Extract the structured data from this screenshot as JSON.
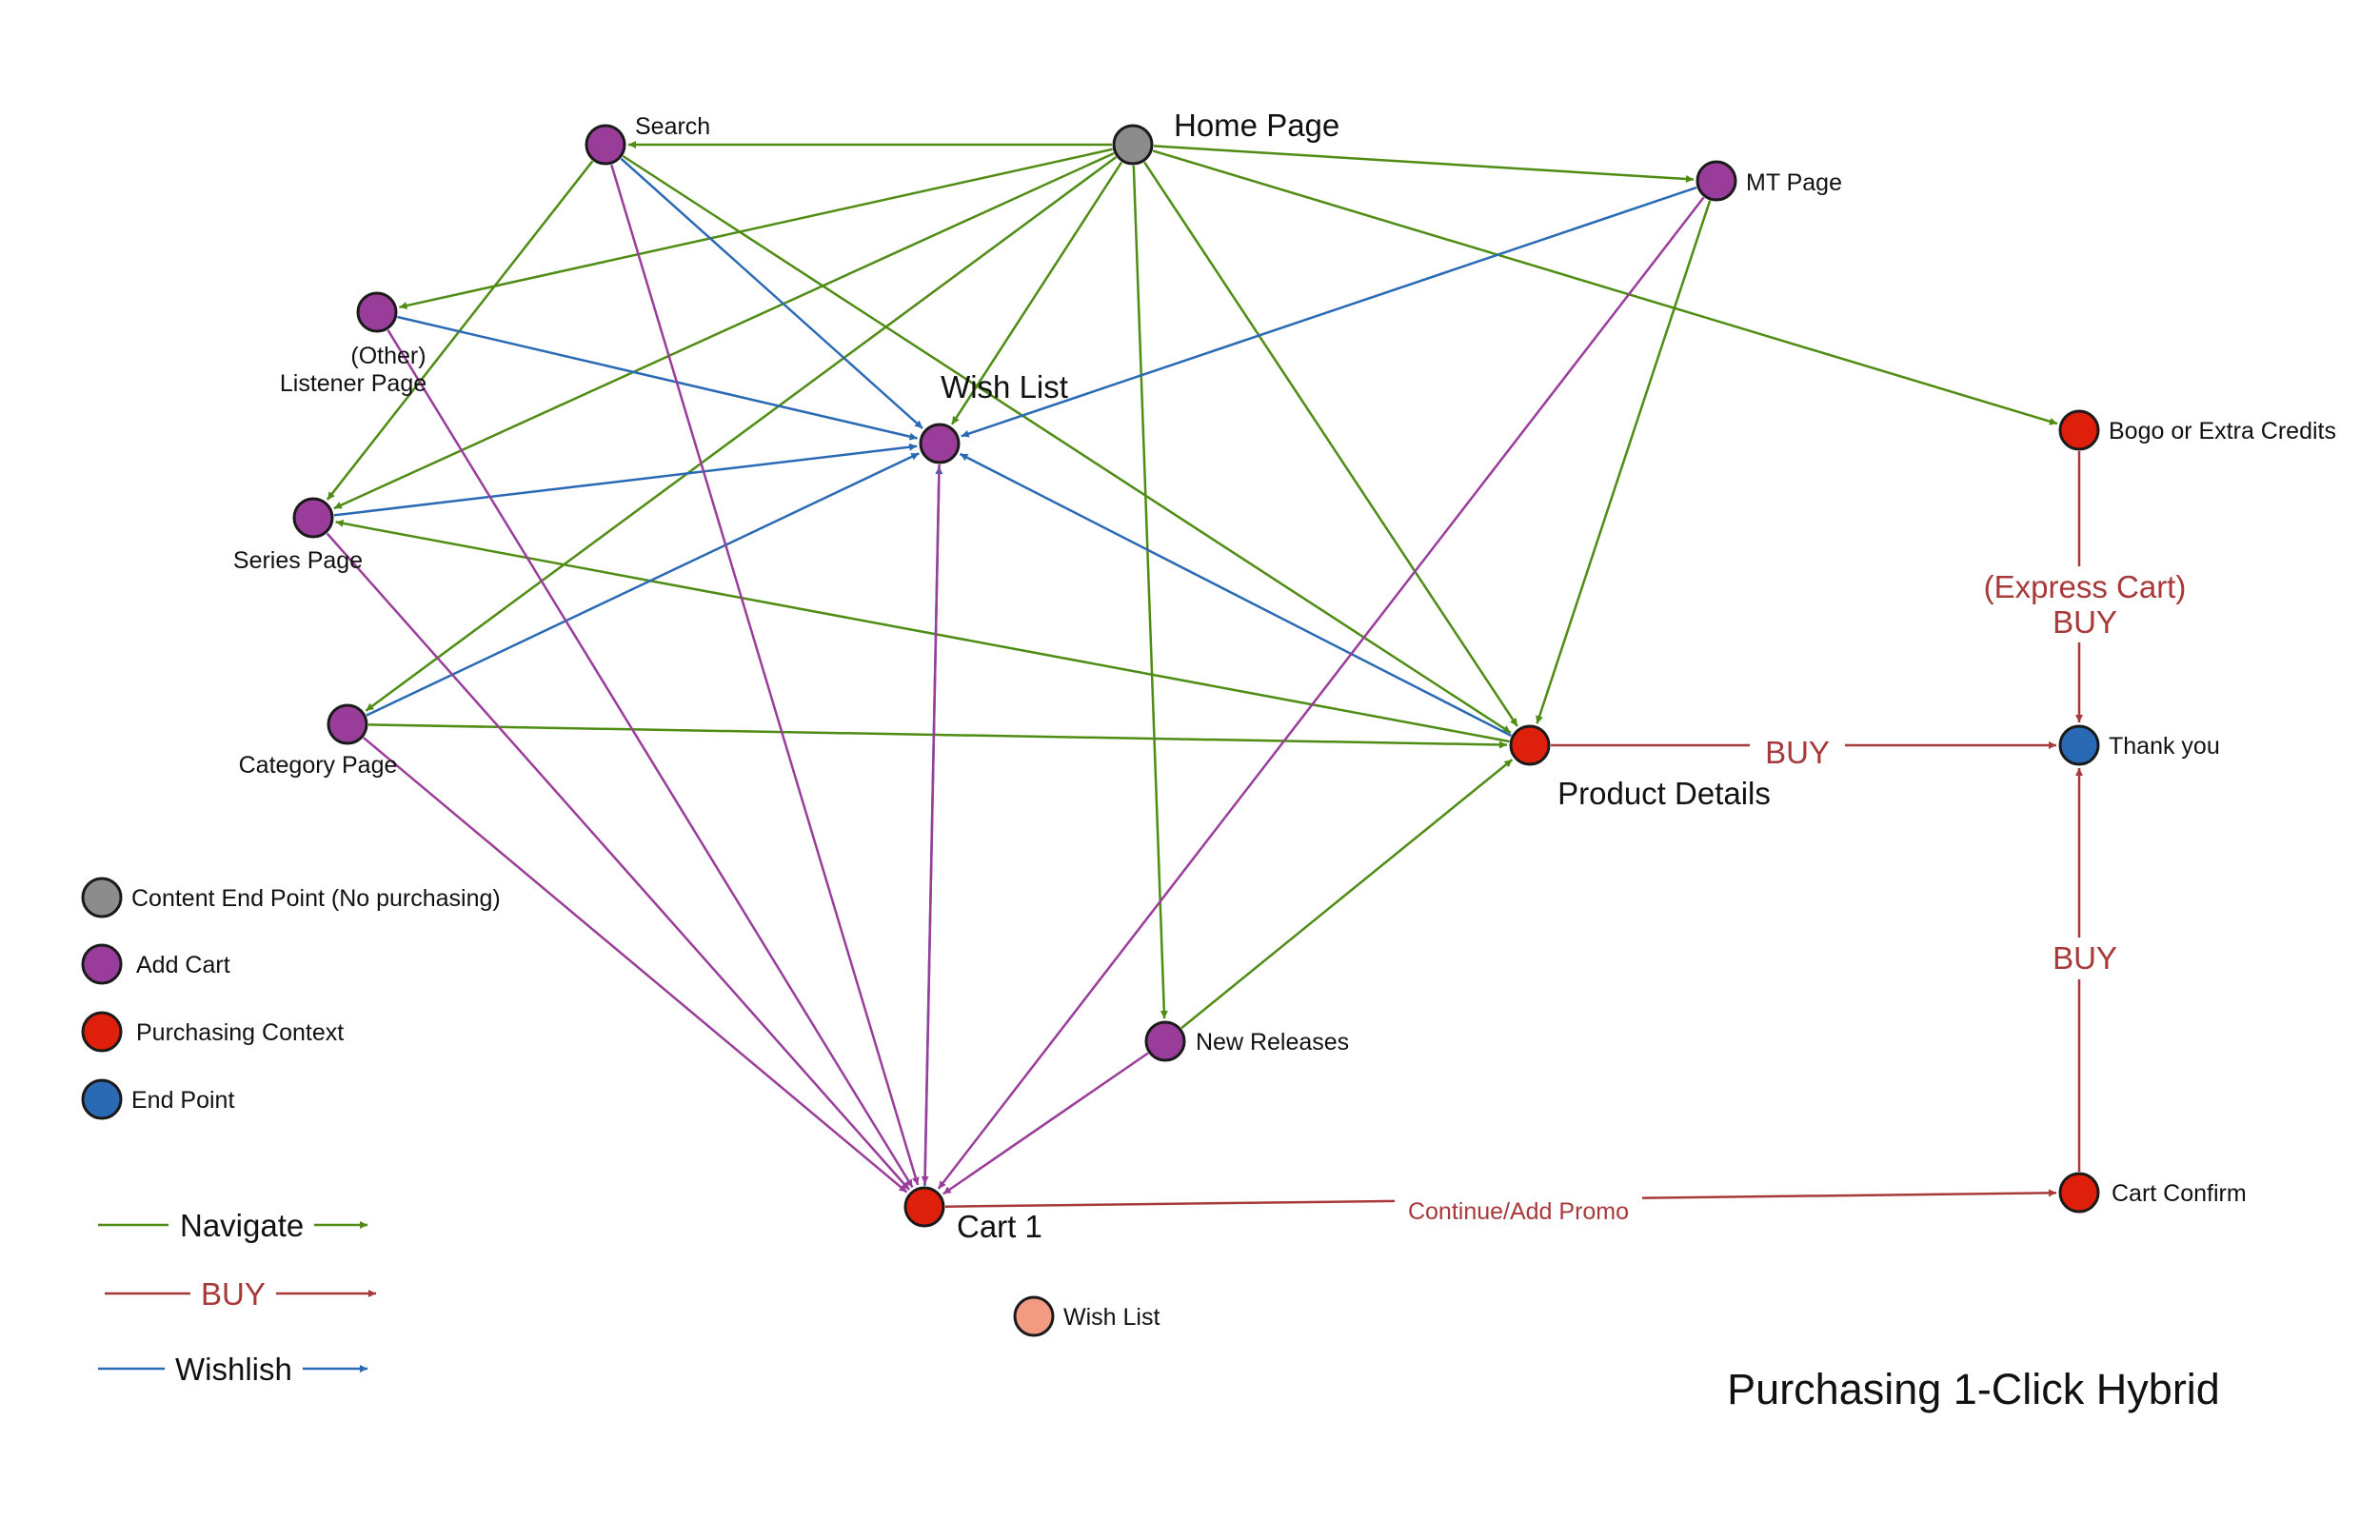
{
  "title": "Purchasing 1-Click Hybrid",
  "colors": {
    "gray": "#8c8c8c",
    "purple": "#9a3d9a",
    "red": "#dd1f0b",
    "blue": "#2a6ab5",
    "salmon": "#f39a83",
    "navigate": "#4e8c14",
    "buy": "#a8393a",
    "wishlist": "#2a6ab5"
  },
  "nodes": {
    "home": {
      "label": "Home Page",
      "type": "gray"
    },
    "search": {
      "label": "Search",
      "type": "purple"
    },
    "mt": {
      "label": "MT Page",
      "type": "purple"
    },
    "listener": {
      "label_line1": "(Other)",
      "label_line2": "Listener Page",
      "type": "purple"
    },
    "wishlist": {
      "label": "Wish List",
      "type": "purple"
    },
    "series": {
      "label": "Series Page",
      "type": "purple"
    },
    "category": {
      "label": "Category Page",
      "type": "purple"
    },
    "product": {
      "label": "Product Details",
      "type": "red"
    },
    "bogo": {
      "label": "Bogo or Extra Credits",
      "type": "red"
    },
    "thankyou": {
      "label": "Thank you",
      "type": "blue"
    },
    "newrel": {
      "label": "New Releases",
      "type": "purple"
    },
    "cart1": {
      "label": "Cart 1",
      "type": "red"
    },
    "cartconfirm": {
      "label": "Cart Confirm",
      "type": "red"
    },
    "wishlist2": {
      "label": "Wish List",
      "type": "salmon"
    }
  },
  "edge_labels": {
    "express_cart": "(Express Cart)",
    "buy_express": "BUY",
    "buy_product": "BUY",
    "buy_confirm": "BUY",
    "continue_promo": "Continue/Add Promo"
  },
  "legend": {
    "nodes": [
      {
        "label": "Content End Point (No purchasing)",
        "type": "gray"
      },
      {
        "label": "Add Cart",
        "type": "purple"
      },
      {
        "label": "Purchasing Context",
        "type": "red"
      },
      {
        "label": "End Point",
        "type": "blue"
      }
    ],
    "edges": [
      {
        "label": "Navigate",
        "type": "navigate"
      },
      {
        "label": "BUY",
        "type": "buy"
      },
      {
        "label": "Wishlish",
        "type": "wishlist"
      }
    ]
  },
  "edges": [
    {
      "from": "home",
      "to": "search",
      "type": "navigate"
    },
    {
      "from": "home",
      "to": "mt",
      "type": "navigate"
    },
    {
      "from": "home",
      "to": "listener",
      "type": "navigate"
    },
    {
      "from": "home",
      "to": "series",
      "type": "navigate"
    },
    {
      "from": "home",
      "to": "category",
      "type": "navigate"
    },
    {
      "from": "home",
      "to": "wishlist",
      "type": "navigate"
    },
    {
      "from": "home",
      "to": "product",
      "type": "navigate"
    },
    {
      "from": "home",
      "to": "newrel",
      "type": "navigate"
    },
    {
      "from": "home",
      "to": "bogo",
      "type": "navigate"
    },
    {
      "from": "search",
      "to": "series",
      "type": "navigate"
    },
    {
      "from": "search",
      "to": "product",
      "type": "navigate"
    },
    {
      "from": "mt",
      "to": "product",
      "type": "navigate"
    },
    {
      "from": "product",
      "to": "series",
      "type": "navigate"
    },
    {
      "from": "category",
      "to": "product",
      "type": "navigate"
    },
    {
      "from": "newrel",
      "to": "product",
      "type": "navigate"
    },
    {
      "from": "search",
      "to": "wishlist",
      "type": "wishlist"
    },
    {
      "from": "listener",
      "to": "wishlist",
      "type": "wishlist"
    },
    {
      "from": "series",
      "to": "wishlist",
      "type": "wishlist"
    },
    {
      "from": "category",
      "to": "wishlist",
      "type": "wishlist"
    },
    {
      "from": "mt",
      "to": "wishlist",
      "type": "wishlist"
    },
    {
      "from": "product",
      "to": "wishlist",
      "type": "wishlist"
    },
    {
      "from": "cart1",
      "to": "wishlist",
      "type": "wishlist"
    },
    {
      "from": "search",
      "to": "cart1",
      "type": "addcart"
    },
    {
      "from": "listener",
      "to": "cart1",
      "type": "addcart"
    },
    {
      "from": "series",
      "to": "cart1",
      "type": "addcart"
    },
    {
      "from": "category",
      "to": "cart1",
      "type": "addcart"
    },
    {
      "from": "wishlist",
      "to": "cart1",
      "type": "addcart"
    },
    {
      "from": "mt",
      "to": "cart1",
      "type": "addcart"
    },
    {
      "from": "newrel",
      "to": "cart1",
      "type": "addcart"
    },
    {
      "from": "product",
      "to": "thankyou",
      "type": "buy",
      "label": "buy_product"
    },
    {
      "from": "bogo",
      "to": "thankyou",
      "type": "buy",
      "label": "express"
    },
    {
      "from": "cartconfirm",
      "to": "thankyou",
      "type": "buy",
      "label": "buy_confirm"
    },
    {
      "from": "cart1",
      "to": "cartconfirm",
      "type": "buy",
      "label": "continue_promo"
    }
  ]
}
